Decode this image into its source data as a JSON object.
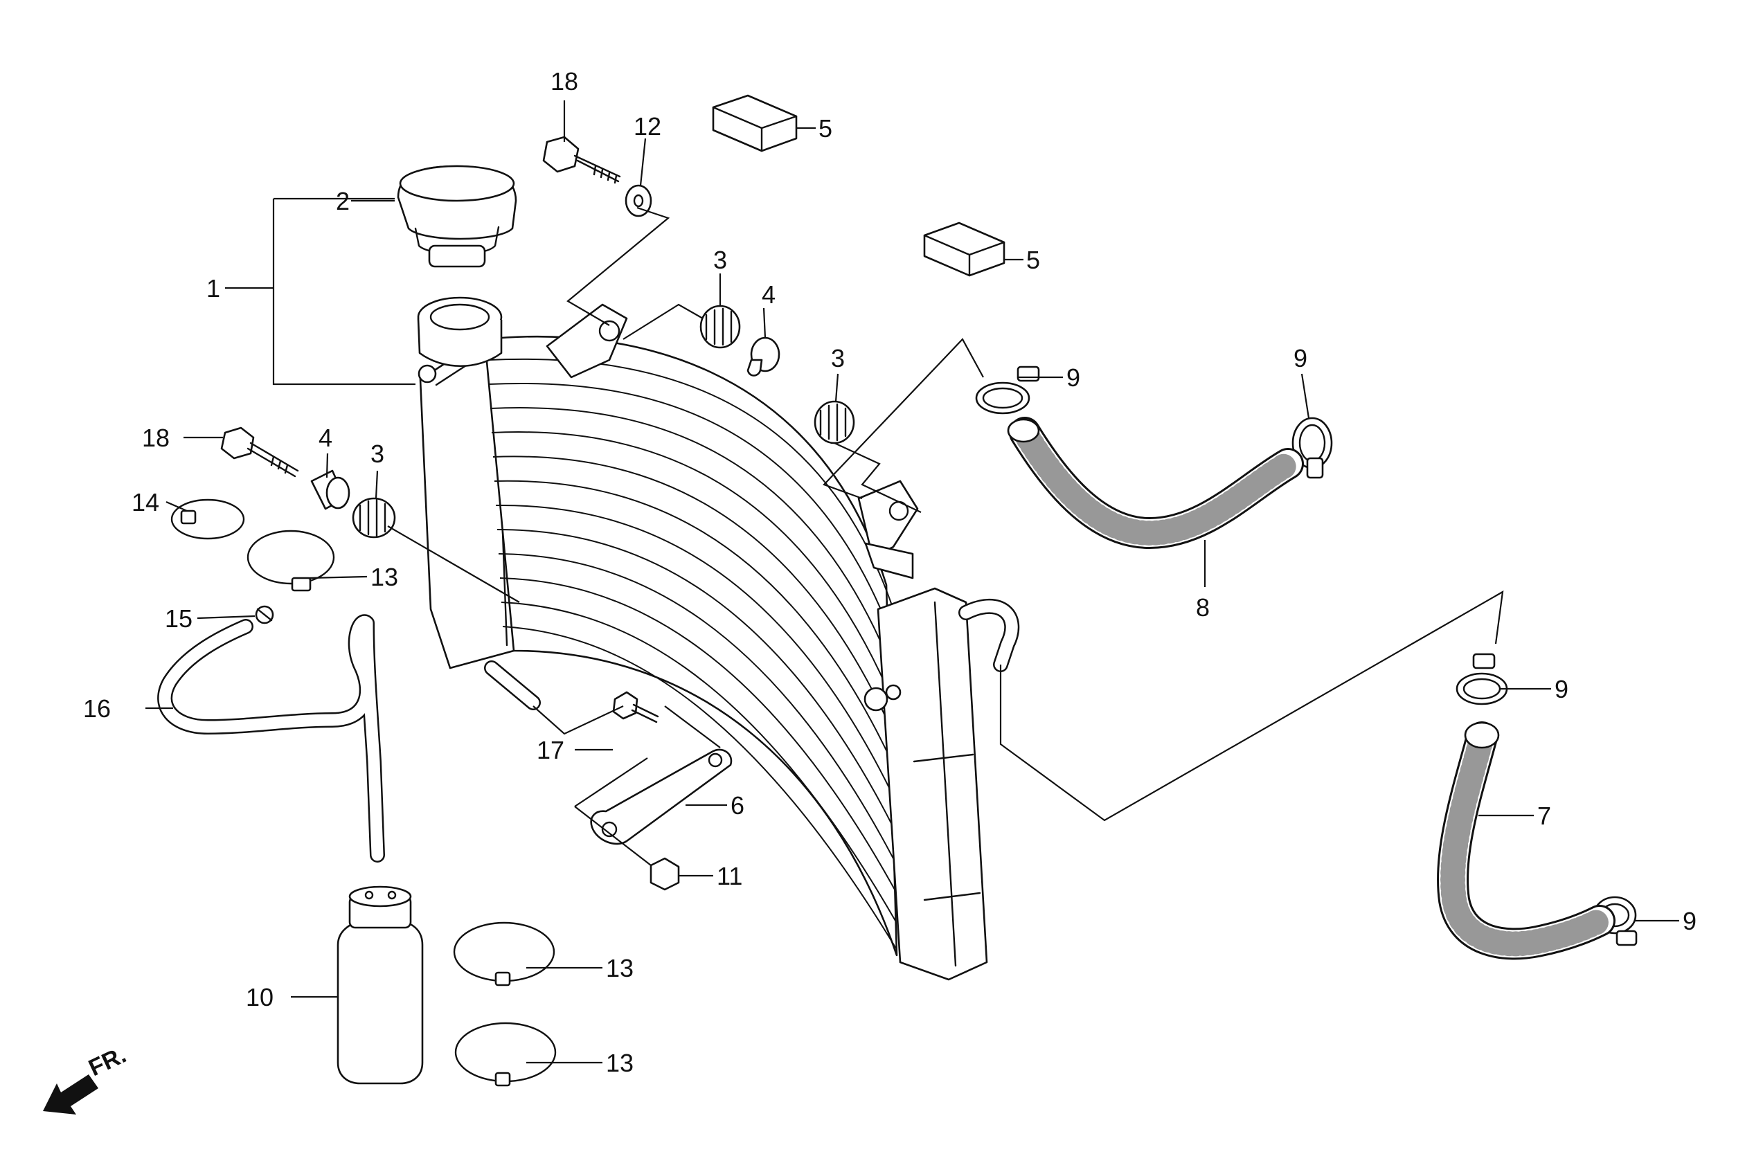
{
  "diagram": {
    "labels": {
      "p1": "1",
      "p2": "2",
      "p3a": "3",
      "p3b": "3",
      "p3c": "3",
      "p4a": "4",
      "p4b": "4",
      "p5a": "5",
      "p5b": "5",
      "p6": "6",
      "p7": "7",
      "p8": "8",
      "p9a": "9",
      "p9b": "9",
      "p9c": "9",
      "p9d": "9",
      "p10": "10",
      "p11": "11",
      "p12": "12",
      "p13a": "13",
      "p13b": "13",
      "p13c": "13",
      "p14": "14",
      "p15": "15",
      "p16": "16",
      "p17": "17",
      "p18a": "18",
      "p18b": "18"
    },
    "direction": "FR."
  }
}
